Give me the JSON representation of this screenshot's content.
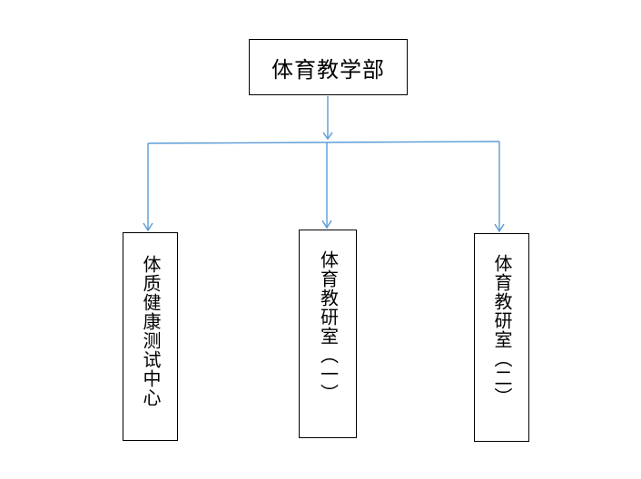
{
  "diagram": {
    "root": {
      "label": "体育教学部"
    },
    "children": [
      {
        "label": "体质健康测试中心"
      },
      {
        "label": "体育教研室（一）"
      },
      {
        "label": "体育教研室（二）"
      }
    ],
    "colors": {
      "connector": "#5b9bd5",
      "border": "#000000",
      "text": "#000000"
    }
  }
}
